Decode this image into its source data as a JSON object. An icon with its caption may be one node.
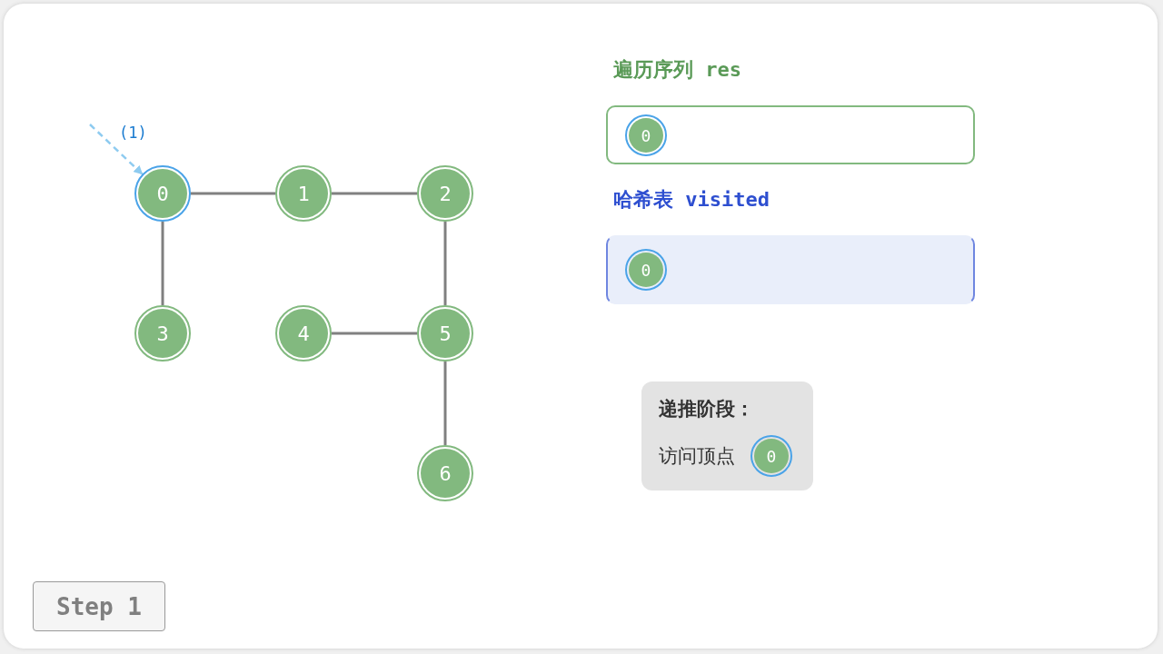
{
  "diagram": {
    "nodes": [
      {
        "text": [
          "0"
        ]
      },
      {
        "text": [
          "1"
        ]
      },
      {
        "text": [
          "2"
        ]
      },
      {
        "text": [
          "3"
        ]
      },
      {
        "text": [
          "4"
        ]
      },
      {
        "text": [
          "5"
        ]
      },
      {
        "text": [
          "6"
        ]
      },
      {
        "text": [
          "遍历序列 res"
        ]
      },
      {
        "text": [
          "0"
        ],
        "in": 7
      },
      {
        "text": [
          "哈希表 visited"
        ]
      },
      {
        "text": [
          "0"
        ],
        "in": 9
      },
      {
        "text": [
          "递推阶段：",
          "访问顶点"
        ]
      },
      {
        "text": [
          "0"
        ],
        "in": 11
      },
      {
        "text": [
          "Step 1"
        ]
      }
    ],
    "edges": [
      {
        "from": 0,
        "to": 1,
        "arrow": "none"
      },
      {
        "from": 1,
        "to": 2,
        "arrow": "none"
      },
      {
        "from": 0,
        "to": 3,
        "arrow": "none"
      },
      {
        "from": 2,
        "to": 5,
        "arrow": "none"
      },
      {
        "from": 4,
        "to": 5,
        "arrow": "none"
      },
      {
        "from": 5,
        "to": 6,
        "arrow": "none"
      },
      {
        "from": null,
        "to": 0,
        "arrow": "to",
        "label": "(1)",
        "style": "dashed",
        "color": "#8ecbf0"
      }
    ]
  }
}
